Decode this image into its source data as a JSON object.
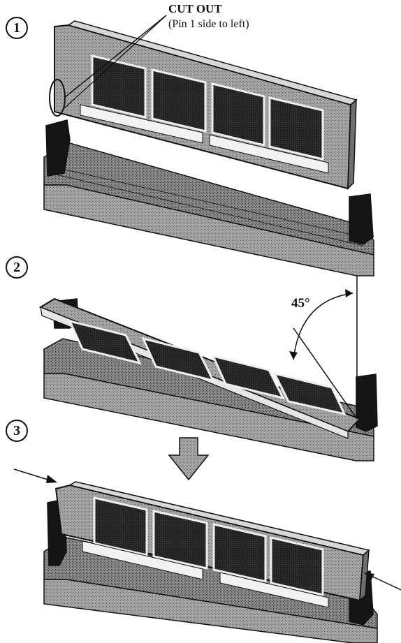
{
  "steps": [
    {
      "number": "1"
    },
    {
      "number": "2"
    },
    {
      "number": "3"
    }
  ],
  "callout": {
    "title": "CUT OUT",
    "subtitle": "(Pin 1 side to left)"
  },
  "angle": {
    "label": "45°"
  },
  "colors": {
    "ink": "#111111",
    "module_board": "#a9a9a9",
    "slot_body": "#7f7f7f",
    "chip": "#262626",
    "latch": "#151515"
  }
}
